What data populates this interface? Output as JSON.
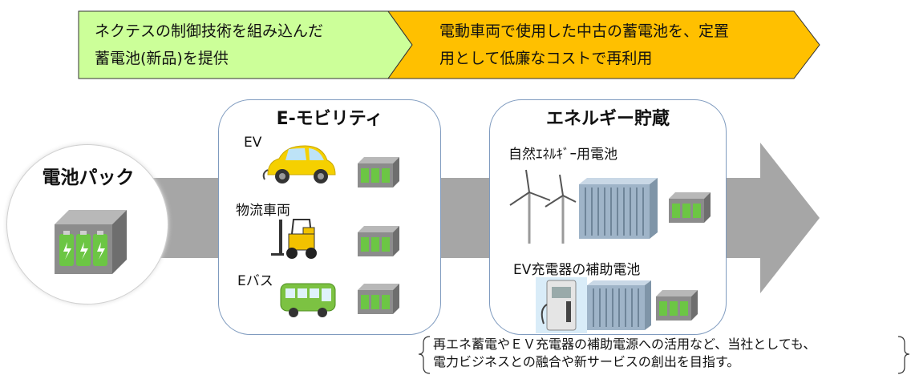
{
  "banner": {
    "step1_line1": "ネクテスの制御技術を組み込んだ",
    "step1_line2": "蓄電池(新品)を提供",
    "step2_line1": "電動車両で使用した中古の蓄電池を、定置",
    "step2_line2": "用として低廉なコストで再利用",
    "step1_color": "#ccff99",
    "step2_color": "#ffc000"
  },
  "battery_pack": {
    "title": "電池パック"
  },
  "emobility": {
    "title": "E-モビリティ",
    "items": [
      {
        "label": "EV",
        "icon": "yellow-car-icon"
      },
      {
        "label": "物流車両",
        "icon": "forklift-icon"
      },
      {
        "label": "Eバス",
        "icon": "green-bus-icon"
      }
    ]
  },
  "storage": {
    "title": "エネルギー貯蔵",
    "items": [
      {
        "label": "自然ｴﾈﾙｷﾞｰ用電池",
        "icon": "wind-turbine-icon"
      },
      {
        "label": "EV充電器の補助電池",
        "icon": "ev-charger-icon"
      }
    ]
  },
  "note": {
    "line1": "再エネ蓄電やＥＶ充電器の補助電源への活用など、当社としても、",
    "line2": "電力ビジネスとの融合や新サービスの創出を目指す。"
  },
  "colors": {
    "arrow": "#a6a6a6",
    "panel_border": "#7f9bbf",
    "battery_cell": "#6cc644",
    "battery_body": "#8c8c8c"
  }
}
